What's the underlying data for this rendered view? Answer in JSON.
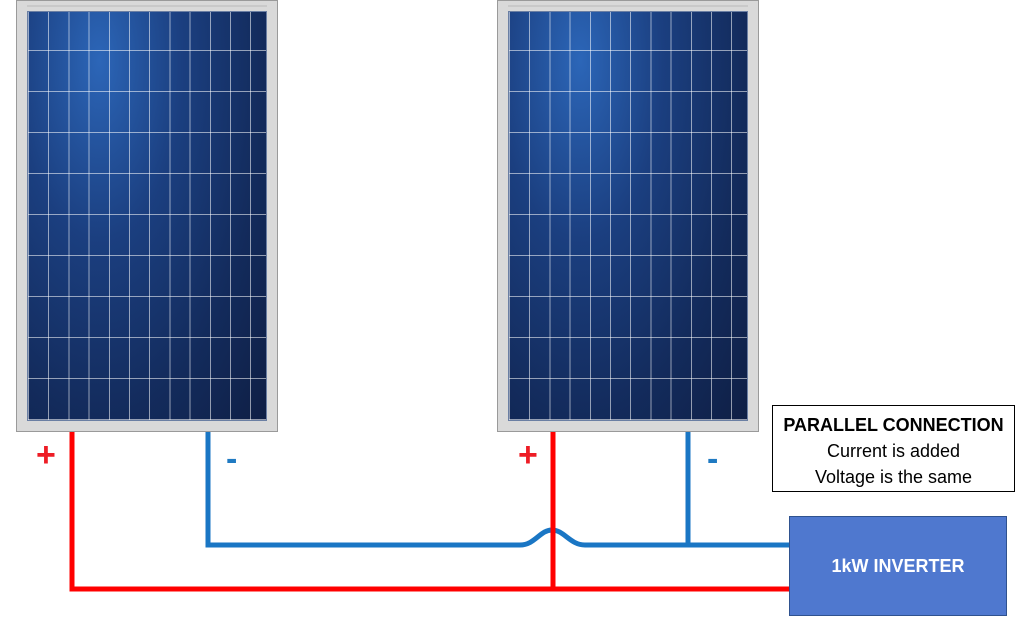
{
  "panels": [
    {
      "id": "left",
      "plus_label": "+",
      "minus_label": "-"
    },
    {
      "id": "right",
      "plus_label": "+",
      "minus_label": "-"
    }
  ],
  "info_box": {
    "title": "PARALLEL CONNECTION",
    "line1": "Current is added",
    "line2": "Voltage is the same"
  },
  "inverter": {
    "label": "1kW INVERTER"
  },
  "colors": {
    "positive_wire": "#ff0000",
    "negative_wire": "#1a76c4",
    "inverter_fill": "#4f78cf",
    "panel_cells": "#1b3f80"
  }
}
